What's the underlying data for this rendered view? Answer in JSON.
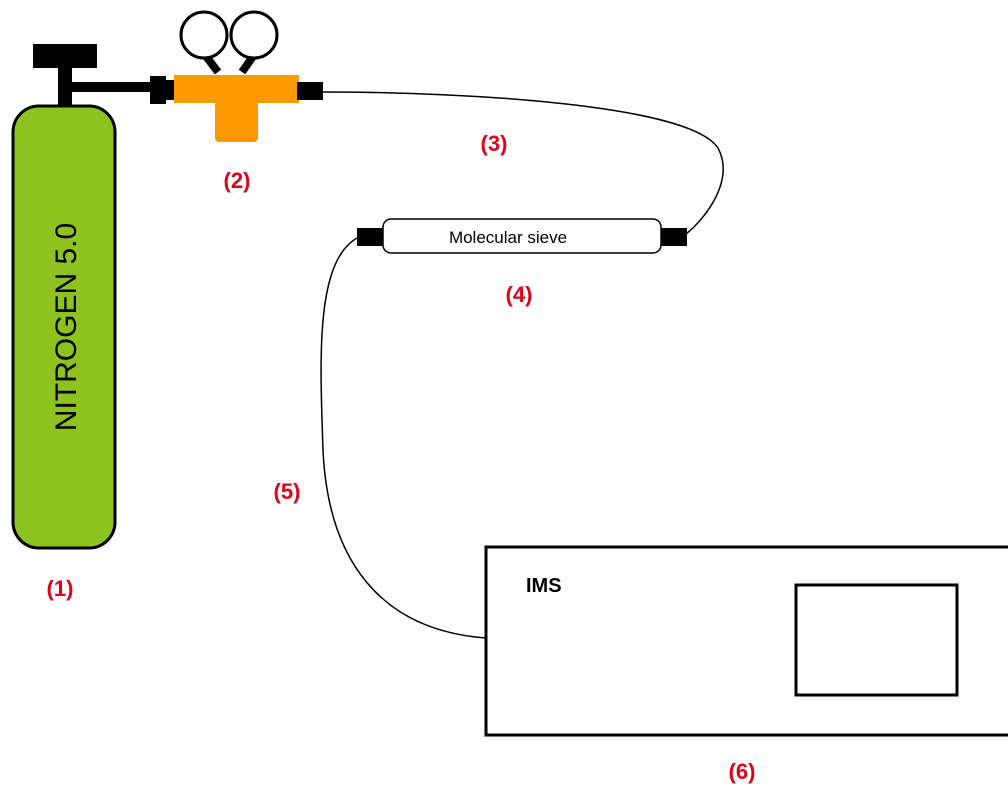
{
  "cylinder": {
    "text": "NITROGEN 5.0",
    "label": "(1)",
    "color": "#8dc21f"
  },
  "regulator": {
    "label": "(2)",
    "color": "#ff9900"
  },
  "tube_to_sieve": {
    "label": "(3)"
  },
  "molecular_sieve": {
    "text": "Molecular sieve",
    "label": "(4)"
  },
  "tube_to_ims": {
    "label": "(5)"
  },
  "ims": {
    "text": "IMS",
    "label": "(6)"
  },
  "label_color": "#e0001b"
}
